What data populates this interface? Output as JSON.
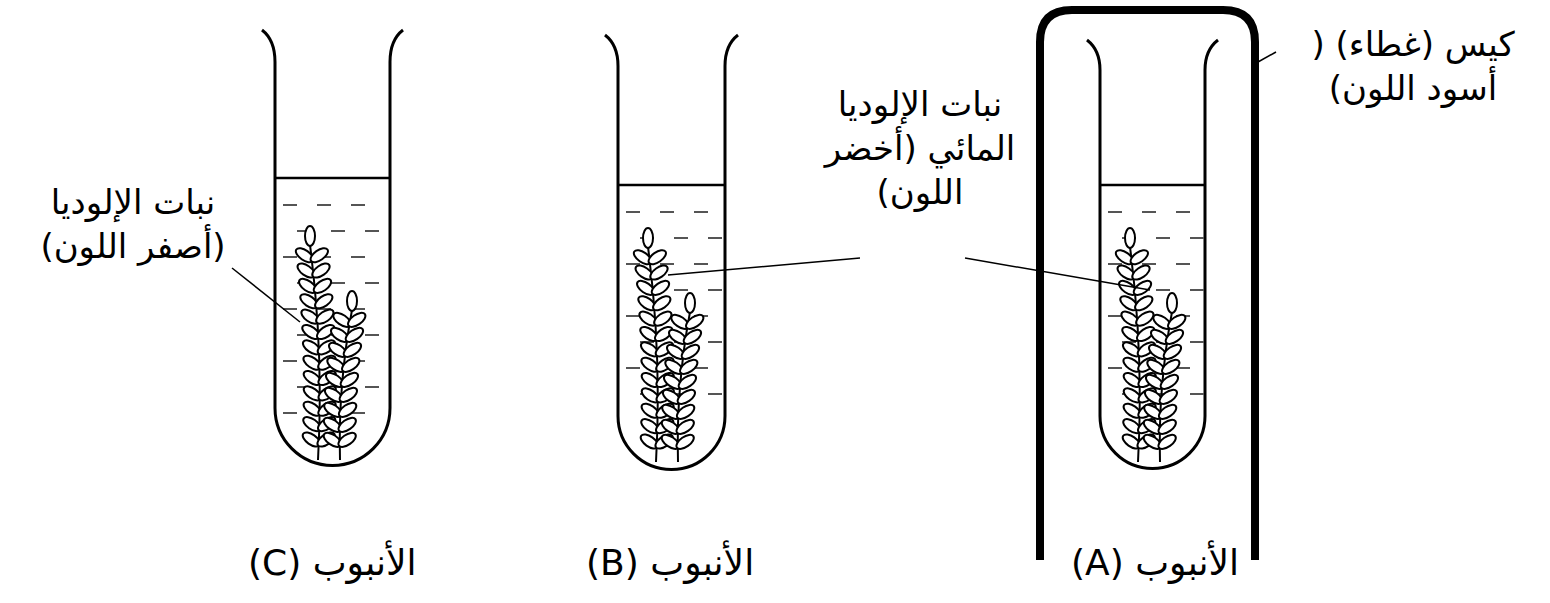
{
  "diagram": {
    "labels": [
      "كيس (غطاء) ( أسود اللون)",
      "نبات الإلوديا المائي (أخضر اللون)",
      "نبات الإلوديا (أصفر اللون)",
      "الأنبوب (A)",
      "الأنبوب (B)",
      "الأنبوب (C)"
    ]
  }
}
